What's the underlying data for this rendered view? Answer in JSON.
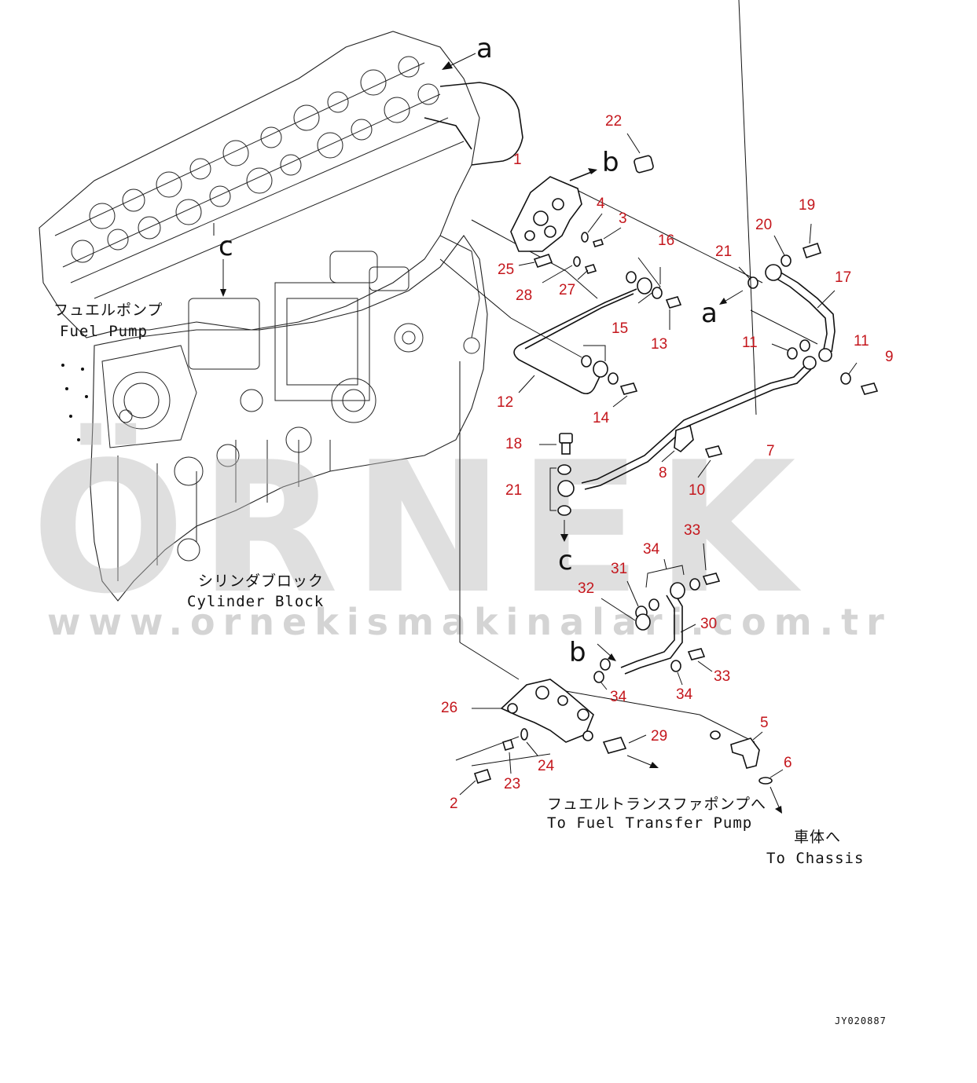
{
  "labels": {
    "fuel_pump_jp": "フュエルポンプ",
    "fuel_pump_en": "Fuel Pump",
    "cylinder_block_jp": "シリンダブロック",
    "cylinder_block_en": "Cylinder Block",
    "transfer_pump_jp": "フュエルトランスファポンプへ",
    "transfer_pump_en": "To Fuel Transfer Pump",
    "chassis_jp": "車体へ",
    "chassis_en": "To Chassis"
  },
  "refs": {
    "a": "a",
    "b": "b",
    "c": "c"
  },
  "part_numbers": {
    "p1": "1",
    "p2": "2",
    "p3": "3",
    "p4": "4",
    "p5": "5",
    "p6": "6",
    "p7": "7",
    "p8": "8",
    "p9": "9",
    "p10": "10",
    "p11a": "11",
    "p11b": "11",
    "p12": "12",
    "p13": "13",
    "p14": "14",
    "p15": "15",
    "p16": "16",
    "p17": "17",
    "p18": "18",
    "p19": "19",
    "p20": "20",
    "p21a": "21",
    "p21b": "21",
    "p22": "22",
    "p23": "23",
    "p24": "24",
    "p25": "25",
    "p26": "26",
    "p27": "27",
    "p28": "28",
    "p29": "29",
    "p30": "30",
    "p31": "31",
    "p32": "32",
    "p33a": "33",
    "p33b": "33",
    "p34a": "34",
    "p34b": "34",
    "p34c": "34"
  },
  "drawing_code": "JY020887",
  "watermark": {
    "big": "ÖRNEK",
    "url": "www.ornekismakinalari.com.tr"
  }
}
